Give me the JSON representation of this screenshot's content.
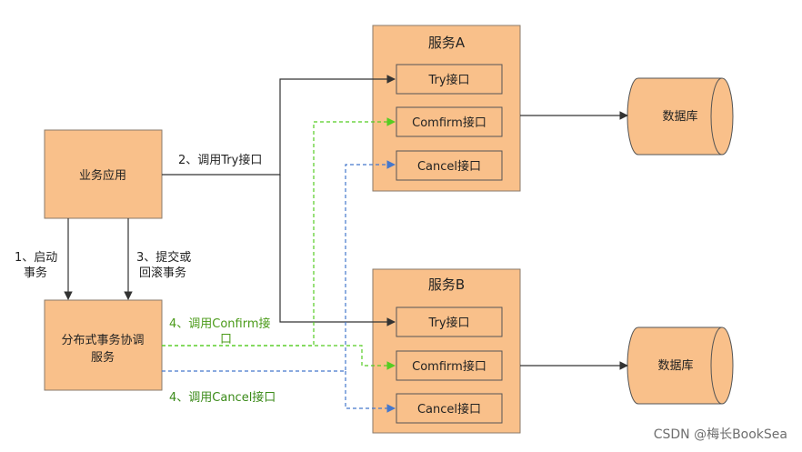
{
  "nodes": {
    "business_app": "业务应用",
    "coordinator_line1": "分布式事务协调",
    "coordinator_line2": "服务",
    "service_a_title": "服务A",
    "service_b_title": "服务B",
    "try_a": "Try接口",
    "confirm_a": "Comfirm接口",
    "cancel_a": "Cancel接口",
    "try_b": "Try接口",
    "confirm_b": "Comfirm接口",
    "cancel_b": "Cancel接口",
    "db_a": "数据库",
    "db_b": "数据库"
  },
  "edges": {
    "start_line1": "1、启动",
    "start_line2": "事务",
    "call_try": "2、调用Try接口",
    "commit_line1": "3、提交或",
    "commit_line2": "回滚事务",
    "call_confirm_line1": "4、调用Confirm接",
    "call_confirm_line2": "口",
    "call_cancel": "4、调用Cancel接口"
  },
  "watermark": "CSDN @梅长BookSea",
  "colors": {
    "box_fill": "#f9c08a",
    "box_stroke": "#8a7a6a",
    "solid_line": "#333333",
    "confirm_line": "#55cc22",
    "cancel_line": "#4477cc",
    "confirm_text": "#4a9a18",
    "cancel_text": "#3a8a18"
  }
}
